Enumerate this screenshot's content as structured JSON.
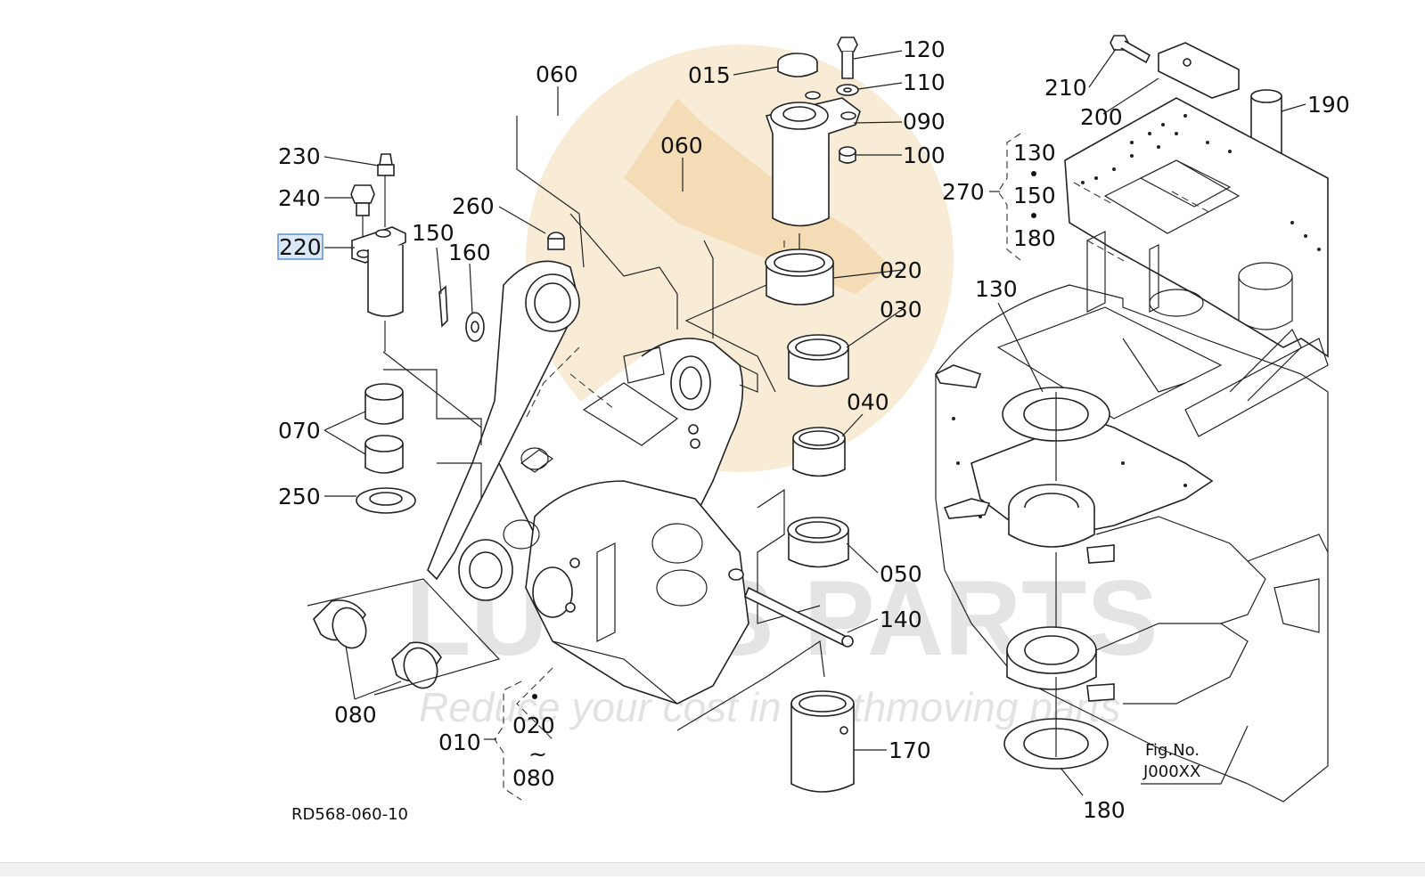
{
  "diagram": {
    "figure_code": "RD568-060-10",
    "fig_label": "Fig.No.",
    "fig_number": "J000XX",
    "watermark": {
      "brand": "LUCAS PARTS",
      "slogan": "Reduce your cost in earthmoving parts"
    },
    "selected_part": "220",
    "callouts": {
      "p015": "015",
      "p060a": "060",
      "p060b": "060",
      "p120": "120",
      "p110": "110",
      "p090": "090",
      "p100": "100",
      "p230": "230",
      "p240": "240",
      "p220": "220",
      "p150": "150",
      "p160": "160",
      "p260": "260",
      "p020": "020",
      "p030": "030",
      "p040": "040",
      "p070": "070",
      "p250": "250",
      "p050": "050",
      "p140": "140",
      "p080": "080",
      "p010": "010",
      "p010_from": "020",
      "p010_to": "080",
      "p010_tilde": "~",
      "p170": "170",
      "p210": "210",
      "p200": "200",
      "p190": "190",
      "p270": "270",
      "p270_a": "130",
      "p270_b": "150",
      "p270_c": "180",
      "p130": "130",
      "p180": "180"
    }
  },
  "colors": {
    "line": "#222222",
    "selection": "#3a78c8",
    "watermark_circle": "#f6e2c2",
    "watermark_text": "#d8d8d8"
  }
}
